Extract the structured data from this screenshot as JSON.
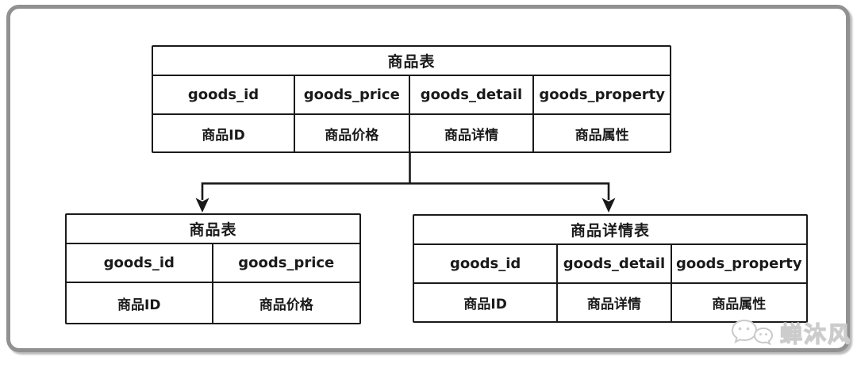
{
  "tables": {
    "top": {
      "title": "商品表",
      "fields": [
        "goods_id",
        "goods_price",
        "goods_detail",
        "goods_property"
      ],
      "labels": [
        "商品ID",
        "商品价格",
        "商品详情",
        "商品属性"
      ]
    },
    "left": {
      "title": "商品表",
      "fields": [
        "goods_id",
        "goods_price"
      ],
      "labels": [
        "商品ID",
        "商品价格"
      ]
    },
    "right": {
      "title": "商品详情表",
      "fields": [
        "goods_id",
        "goods_detail",
        "goods_property"
      ],
      "labels": [
        "商品ID",
        "商品详情",
        "商品属性"
      ]
    }
  },
  "watermark": {
    "text": "蝉沐风",
    "icon": "wechat-chat-bubbles"
  },
  "colors": {
    "line": "#1a1a1a",
    "frame": "#919191",
    "watermark": "#cccccc",
    "bg": "#ffffff"
  }
}
